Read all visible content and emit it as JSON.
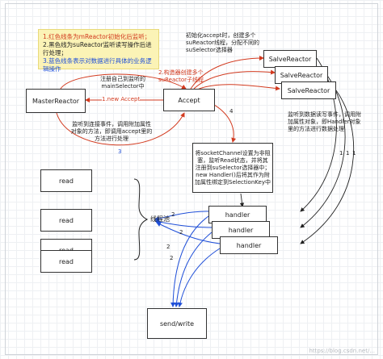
{
  "legend": {
    "line1": "1.红色线条为mReactor初始化后监听；",
    "line2": "2.黑色线为suReactor监听读写操作后进行处理；",
    "line3": "3.蓝色线条表示对数据进行具体的业务逻辑操作"
  },
  "nodes": {
    "master": "MasterReactor",
    "accept": "Accept",
    "slave1": "SalveReactor",
    "slave2": "SalveReactor",
    "slave3": "SalveReactor",
    "read1": "read",
    "read2": "read",
    "read3": "read",
    "read4": "read",
    "threadpool": "线程池",
    "handler1": "handler",
    "handler2": "handler",
    "handler3": "handler",
    "sendwrite": "send/write"
  },
  "labels": {
    "init_accept": "初始化accept时，创建多个suReactor线程，分配不同的suSelector选择器",
    "register": "注册自己到监听的mainSelector中",
    "new_accept": "1.new Accept",
    "construct": "2.构造器创建多个suReactor子线程",
    "listen_conn": "监听到连接事件，调用附加属性对象的方法，即调用accept里的方法进行处理",
    "listen_rw": "监听到数据读写事件，调用附加属性对象，即Handler对象里的方法进行数据处理",
    "socket_channel": "将socketChannel设置为非阻塞，监听Read状态，并将其注册到suSelector选择器中；new Handler()后将其作为附加属性绑定到SelectionKey中",
    "step3": "3",
    "step4": "4",
    "n1a": "1",
    "n1b": "1",
    "n1c": "1",
    "n2a": "2",
    "n2b": "2",
    "n2c": "2",
    "n2d": "2",
    "watermark": "https://blog.csdn.net/..."
  },
  "colors": {
    "red": "#d23a1f",
    "blue": "#1f4fd8",
    "black": "#222222",
    "note_bg": "#fbf3b6"
  }
}
